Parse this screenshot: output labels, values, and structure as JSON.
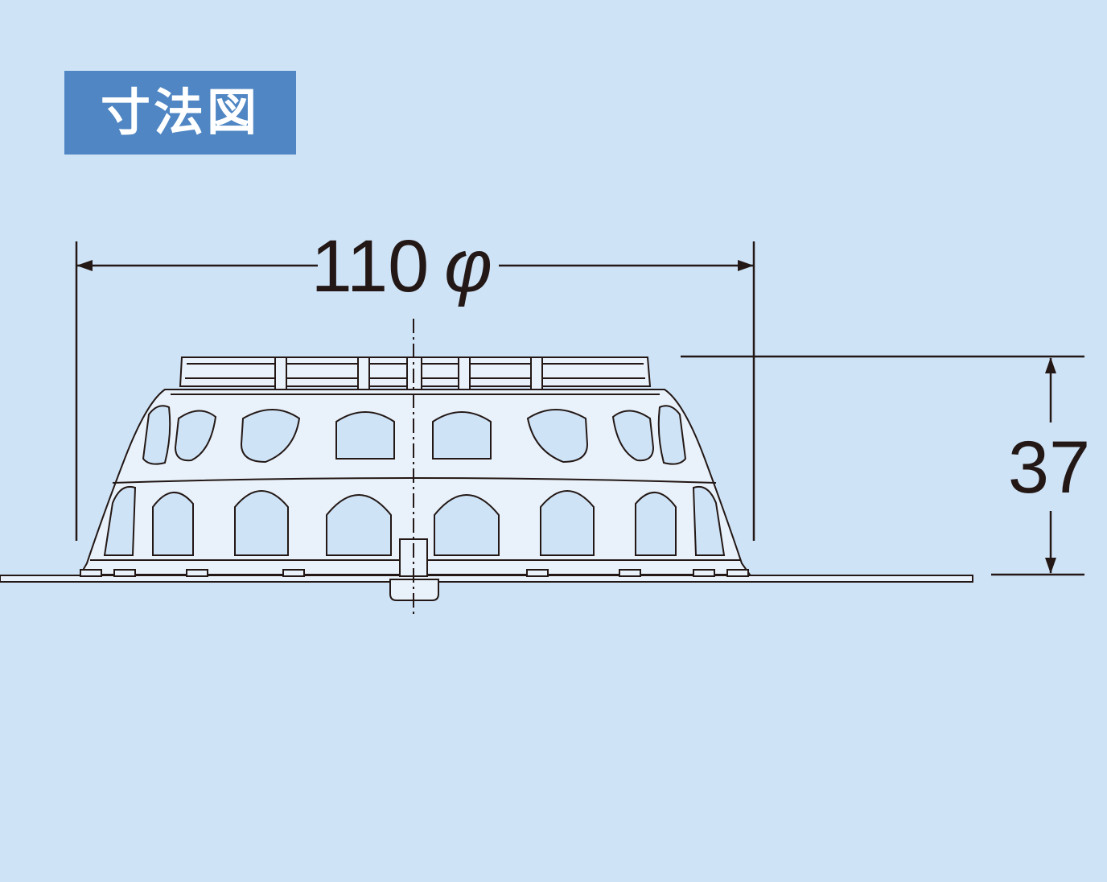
{
  "header": {
    "title": "寸法図"
  },
  "dimensions": {
    "diameter_value": "110",
    "diameter_symbol": "φ",
    "height_value": "37"
  },
  "colors": {
    "background": "#cfe3f7",
    "badge": "#4f86c3",
    "badge_text": "#ffffff",
    "line": "#231815",
    "part_fill": "#e9f1fa"
  },
  "drawing": {
    "subject": "basket-strainer-side-view"
  }
}
